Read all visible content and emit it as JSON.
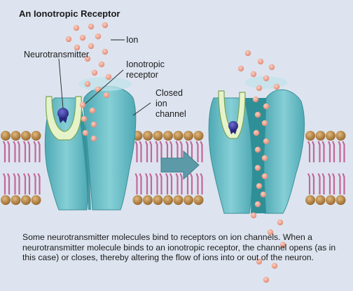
{
  "title": "An Ionotropic Receptor",
  "labels": {
    "ion": "Ion",
    "neurotransmitter": "Neurotransmitter",
    "ionotropic_receptor_line1": "Ionotropic",
    "ionotropic_receptor_line2": "receptor",
    "closed_channel_line1": "Closed",
    "closed_channel_line2": "ion",
    "closed_channel_line3": "channel"
  },
  "caption": "Some neurotransmitter molecules bind to receptors on ion channels. When a neurotransmitter molecule binds to an ionotropic receptor, the channel opens (as in this case) or closes, thereby altering the flow of ions into or out of the neuron.",
  "colors": {
    "background": "#dde4ef",
    "membrane_head": "#b98646",
    "membrane_tail": "#c2679a",
    "channel": "#6bbcc6",
    "channel_dark": "#2f8f97",
    "receptor_fill": "#e6f3c8",
    "neurotransmitter": "#3b3a96",
    "ion": "#eea08c",
    "arrow": "#5c9aa8"
  }
}
